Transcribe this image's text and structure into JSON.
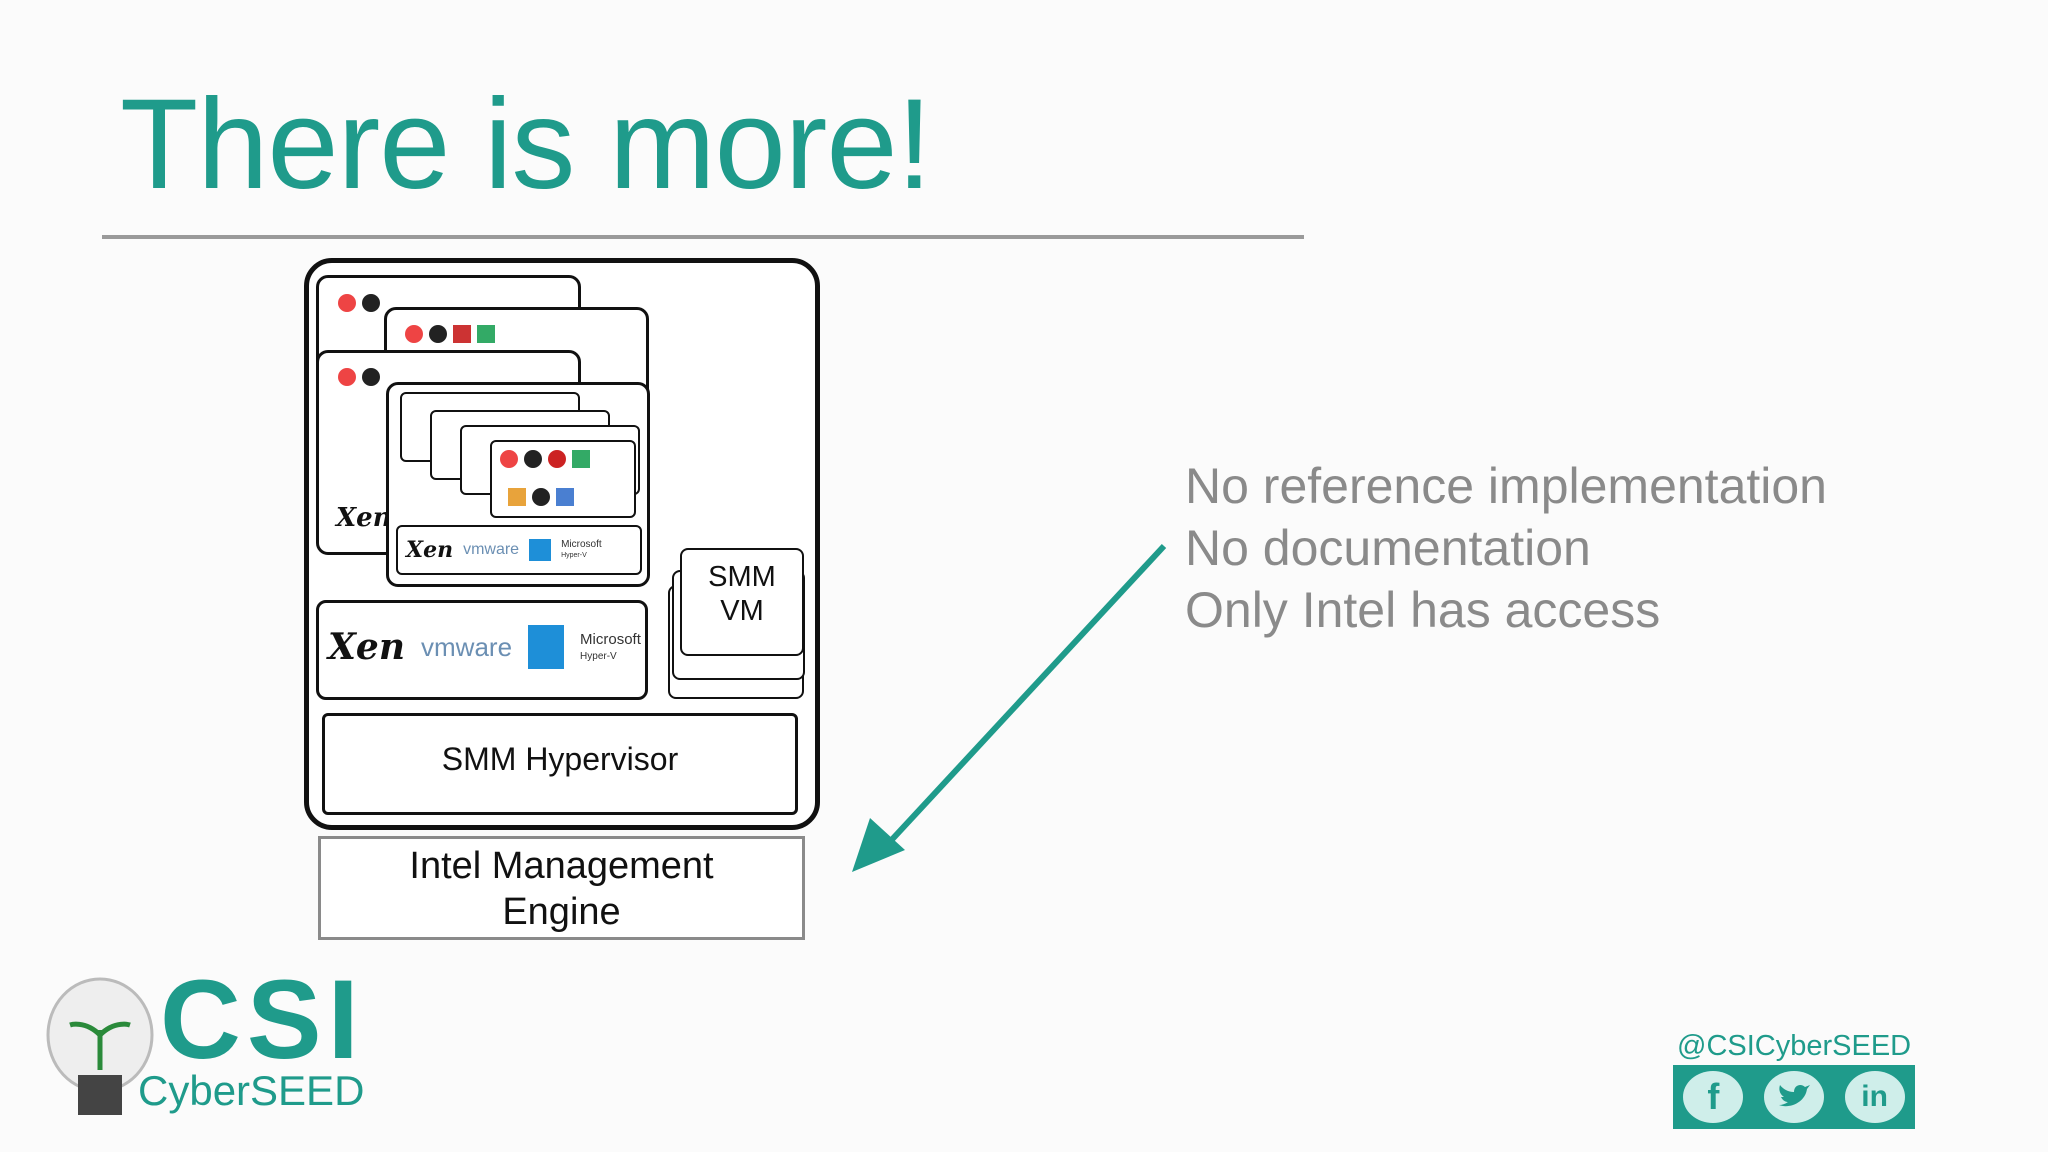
{
  "slide": {
    "title": "There is more!",
    "bullets": [
      "No reference implementation",
      "No documentation",
      "Only Intel has access"
    ]
  },
  "diagram": {
    "smm_vm_label_line1": "SMM",
    "smm_vm_label_line2": "VM",
    "smm_hypervisor_label": "SMM Hypervisor",
    "intel_me_line1": "Intel Management",
    "intel_me_line2": "Engine",
    "hypervisor_logos": {
      "xen": "Xen",
      "vmware": "vmware",
      "microsoft": "Microsoft",
      "hyperv": "Hyper-V"
    },
    "arrow_color": "#1f9b8b"
  },
  "branding": {
    "logo_csi": "CSI",
    "logo_cyberseed": "CyberSEED",
    "handle": "@CSICyberSEED",
    "social_icons": [
      "facebook-icon",
      "twitter-icon",
      "linkedin-icon"
    ],
    "accent_color": "#1f9b8b"
  }
}
